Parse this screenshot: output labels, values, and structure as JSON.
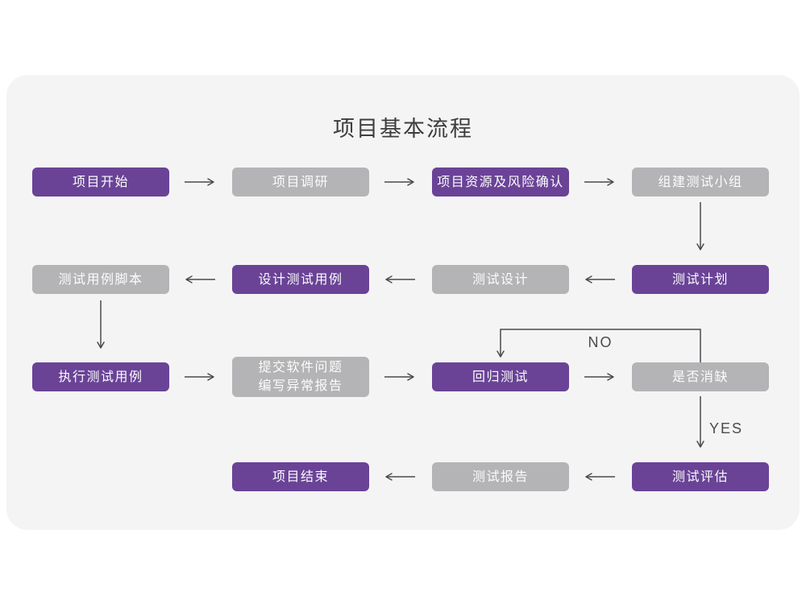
{
  "title": "项目基本流程",
  "colors": {
    "purple": "#6a4397",
    "gray": "#b4b3b5",
    "card_bg": "#f5f4f5",
    "arrow": "#4a4a4c",
    "text_light": "#fcfcfc",
    "title_color": "#3d3d3f"
  },
  "labels": {
    "no": "NO",
    "yes": "YES"
  },
  "nodes": [
    {
      "id": "project-start",
      "label": "项目开始",
      "variant": "purple"
    },
    {
      "id": "project-research",
      "label": "项目调研",
      "variant": "gray"
    },
    {
      "id": "risk-confirm",
      "label": "项目资源及风险确认",
      "variant": "purple"
    },
    {
      "id": "form-test-team",
      "label": "组建测试小组",
      "variant": "gray"
    },
    {
      "id": "test-plan",
      "label": "测试计划",
      "variant": "purple"
    },
    {
      "id": "test-design",
      "label": "测试设计",
      "variant": "gray"
    },
    {
      "id": "design-test-cases",
      "label": "设计测试用例",
      "variant": "purple"
    },
    {
      "id": "test-case-script",
      "label": "测试用例脚本",
      "variant": "gray"
    },
    {
      "id": "execute-test-cases",
      "label": "执行测试用例",
      "variant": "purple"
    },
    {
      "id": "submit-issues-report",
      "label": "提交软件问题\n编写异常报告",
      "variant": "gray"
    },
    {
      "id": "regression-test",
      "label": "回归测试",
      "variant": "purple"
    },
    {
      "id": "defect-cleared",
      "label": "是否消缺",
      "variant": "gray"
    },
    {
      "id": "test-evaluation",
      "label": "测试评估",
      "variant": "purple"
    },
    {
      "id": "test-report",
      "label": "测试报告",
      "variant": "gray"
    },
    {
      "id": "project-end",
      "label": "项目结束",
      "variant": "purple"
    }
  ],
  "edges": [
    {
      "from": "project-start",
      "to": "project-research"
    },
    {
      "from": "project-research",
      "to": "risk-confirm"
    },
    {
      "from": "risk-confirm",
      "to": "form-test-team"
    },
    {
      "from": "form-test-team",
      "to": "test-plan"
    },
    {
      "from": "test-plan",
      "to": "test-design"
    },
    {
      "from": "test-design",
      "to": "design-test-cases"
    },
    {
      "from": "design-test-cases",
      "to": "test-case-script"
    },
    {
      "from": "test-case-script",
      "to": "execute-test-cases"
    },
    {
      "from": "execute-test-cases",
      "to": "submit-issues-report"
    },
    {
      "from": "submit-issues-report",
      "to": "regression-test"
    },
    {
      "from": "regression-test",
      "to": "defect-cleared"
    },
    {
      "from": "defect-cleared",
      "to": "regression-test",
      "label": "NO"
    },
    {
      "from": "defect-cleared",
      "to": "test-evaluation",
      "label": "YES"
    },
    {
      "from": "test-evaluation",
      "to": "test-report"
    },
    {
      "from": "test-report",
      "to": "project-end"
    }
  ]
}
